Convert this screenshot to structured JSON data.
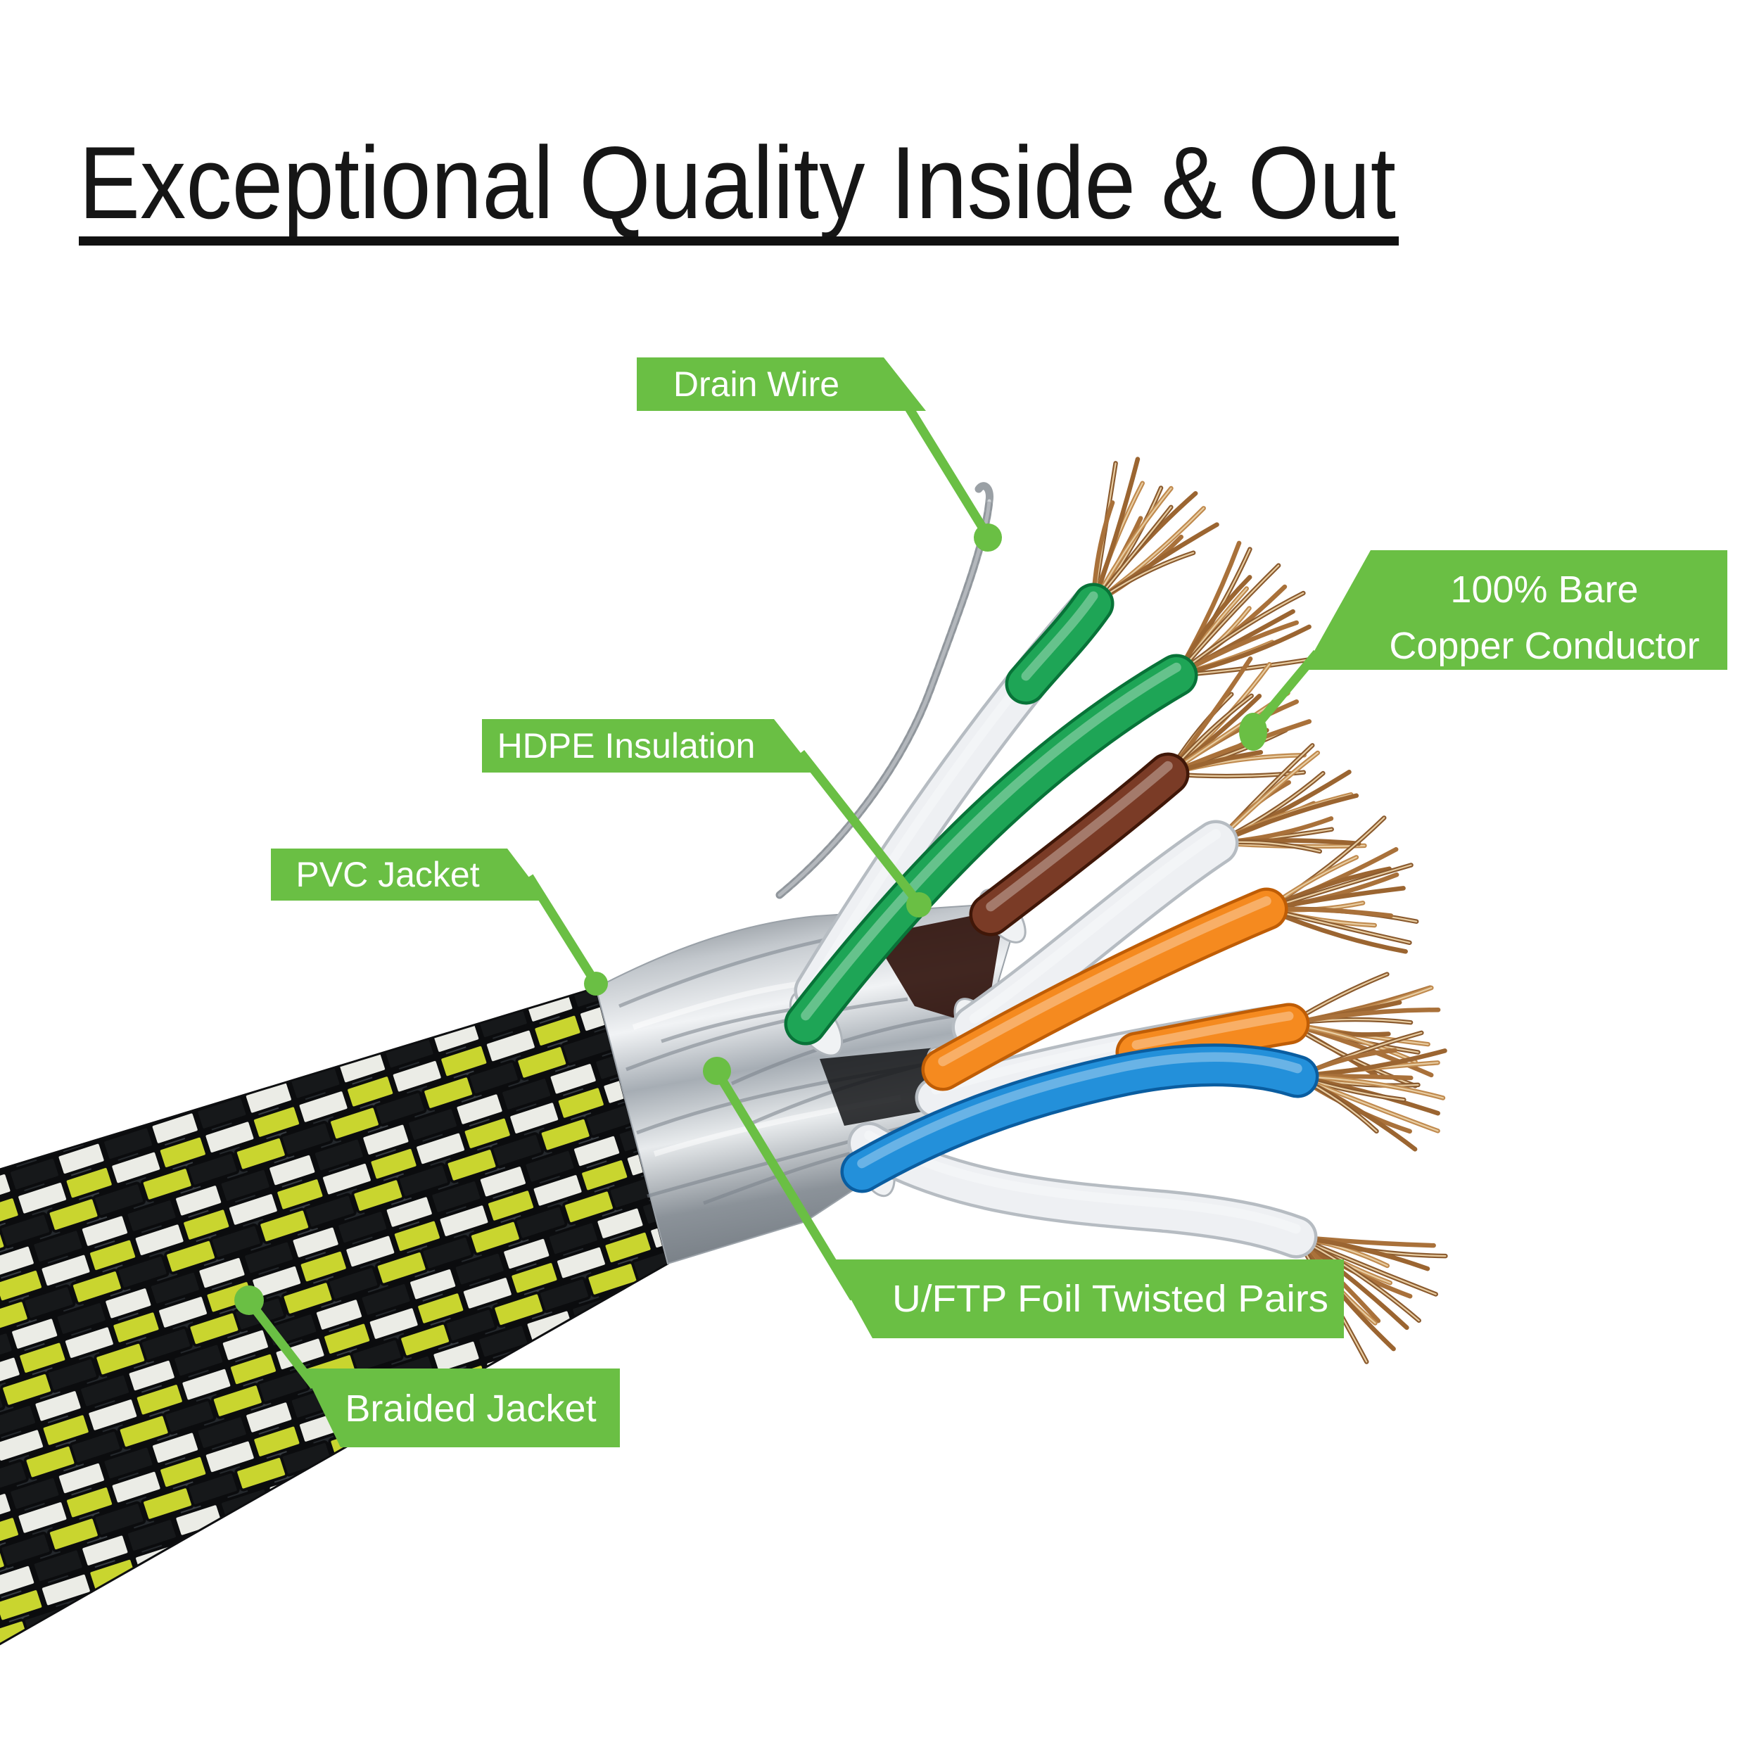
{
  "title": {
    "text": "Exceptional Quality Inside & Out"
  },
  "labels": {
    "drain_wire": "Drain Wire",
    "bare_copper_line1": "100% Bare",
    "bare_copper_line2": "Copper Conductor",
    "hdpe_insulation": "HDPE Insulation",
    "pvc_jacket": "PVC Jacket",
    "uftp_pairs": "U/FTP Foil Twisted Pairs",
    "braided_jacket": "Braided Jacket"
  },
  "colors": {
    "accent_green": "#6abf44",
    "title_color": "#161616",
    "label_text": "#ffffff",
    "braid_chartreuse": "#c9d52f",
    "braid_white": "#ebece6",
    "braid_black": "#0b0c0e",
    "braid_gray": "#383d42",
    "wire_green": "#1ea556",
    "wire_brown": "#7a3b26",
    "wire_orange": "#f58a1f",
    "wire_blue": "#2390da",
    "wire_white": "#eef0f3",
    "copper": "#b07c44",
    "foil_silver": "#c3c8cd",
    "drain_gray": "#9aa0a5"
  }
}
